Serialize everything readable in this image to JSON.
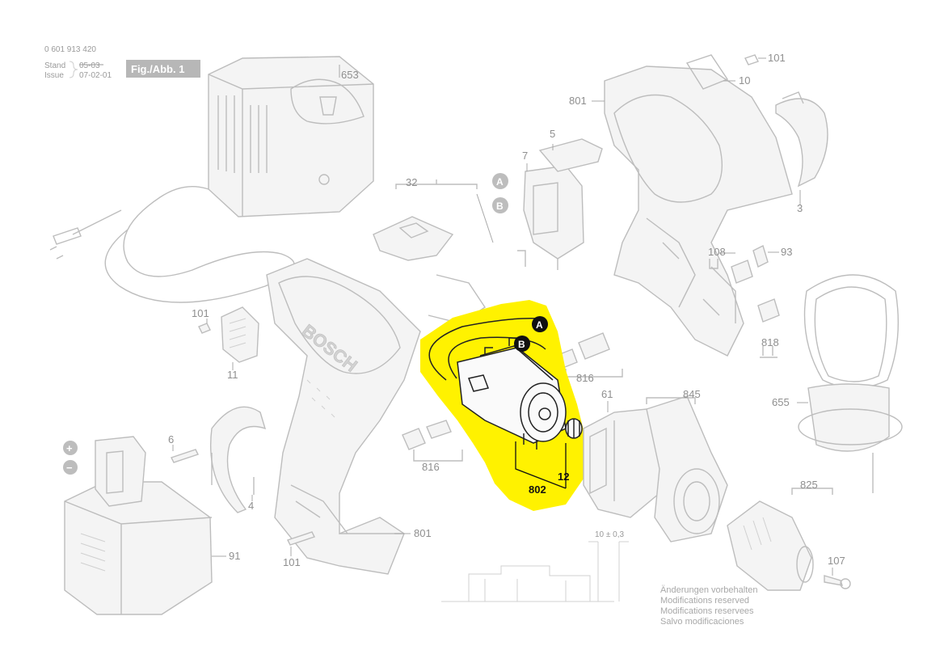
{
  "header": {
    "part_number": "0 601 913 420",
    "stand_label": "Stand",
    "stand_value": "05-03",
    "issue_label": "Issue",
    "issue_value": "07-02-01",
    "fig_badge": "Fig./Abb. 1"
  },
  "highlight": {
    "color": "#fff200"
  },
  "callouts": {
    "c653": "653",
    "c101_top": "101",
    "c10": "10",
    "c801_top": "801",
    "c5": "5",
    "c7": "7",
    "c32": "32",
    "c3": "3",
    "c108": "108",
    "c93": "93",
    "c818": "818",
    "c655": "655",
    "c101_left": "101",
    "c11": "11",
    "c816_right": "816",
    "c61": "61",
    "c845": "845",
    "c825": "825",
    "c107": "107",
    "c6": "6",
    "c4": "4",
    "c816_left": "816",
    "c91": "91",
    "c101_bottom": "101",
    "c801_bottom": "801",
    "c802": "802",
    "c12": "12"
  },
  "markers": {
    "a_left": "A",
    "b_left": "B",
    "a_motor": "A",
    "b_motor": "B"
  },
  "battery_terminals": {
    "plus": "+",
    "minus": "−"
  },
  "dimension": "10 ± 0,3",
  "notes": [
    "Änderungen vorbehalten",
    "Modifications reserved",
    "Modifications reservees",
    "Salvo modificaciones"
  ],
  "housing_logo": "BOSCH"
}
